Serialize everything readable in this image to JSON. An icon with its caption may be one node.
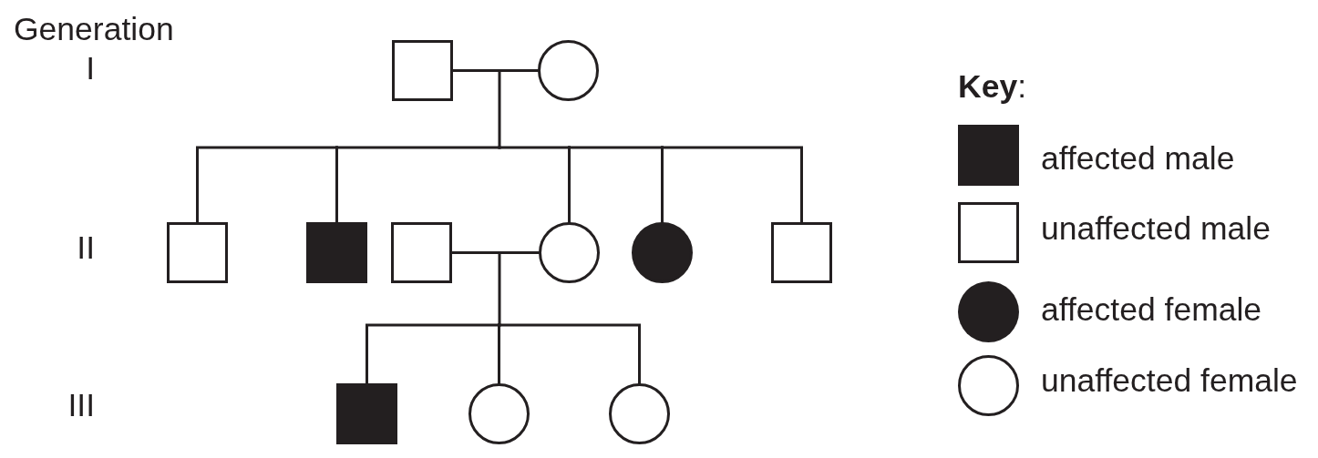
{
  "diagram": {
    "nodes": [
      {
        "text": [],
        "shape": "square"
      },
      {
        "text": [],
        "shape": "circle"
      },
      {
        "text": [],
        "shape": "square"
      },
      {
        "text": [],
        "shape": "square"
      },
      {
        "text": [],
        "shape": "square"
      },
      {
        "text": [],
        "shape": "circle"
      },
      {
        "text": [],
        "shape": "circle"
      },
      {
        "text": [],
        "shape": "square"
      },
      {
        "text": [],
        "shape": "square"
      },
      {
        "text": [],
        "shape": "circle"
      },
      {
        "text": [],
        "shape": "circle"
      }
    ],
    "edges": [
      {
        "from": 0,
        "to": 1,
        "arrow": "none"
      },
      {
        "from": 0,
        "to": 2,
        "arrow": "none"
      },
      {
        "from": 0,
        "to": 3,
        "arrow": "none"
      },
      {
        "from": 0,
        "to": 5,
        "arrow": "none"
      },
      {
        "from": 0,
        "to": 6,
        "arrow": "none"
      },
      {
        "from": 0,
        "to": 7,
        "arrow": "none"
      },
      {
        "from": 1,
        "to": 2,
        "arrow": "none"
      },
      {
        "from": 1,
        "to": 3,
        "arrow": "none"
      },
      {
        "from": 1,
        "to": 5,
        "arrow": "none"
      },
      {
        "from": 1,
        "to": 6,
        "arrow": "none"
      },
      {
        "from": 1,
        "to": 7,
        "arrow": "none"
      },
      {
        "from": 4,
        "to": 5,
        "arrow": "none"
      },
      {
        "from": 4,
        "to": 8,
        "arrow": "none"
      },
      {
        "from": 4,
        "to": 9,
        "arrow": "none"
      },
      {
        "from": 4,
        "to": 10,
        "arrow": "none"
      },
      {
        "from": 5,
        "to": 8,
        "arrow": "none"
      },
      {
        "from": 5,
        "to": 9,
        "arrow": "none"
      },
      {
        "from": 5,
        "to": 10,
        "arrow": "none"
      }
    ],
    "labels": [
      "Generation",
      "I",
      "II",
      "III",
      "**Key**:"
    ],
    "legend": [
      {
        "text": "affected male"
      },
      {
        "text": "unaffected male"
      },
      {
        "text": "affected female"
      },
      {
        "text": "unaffected female"
      }
    ]
  }
}
